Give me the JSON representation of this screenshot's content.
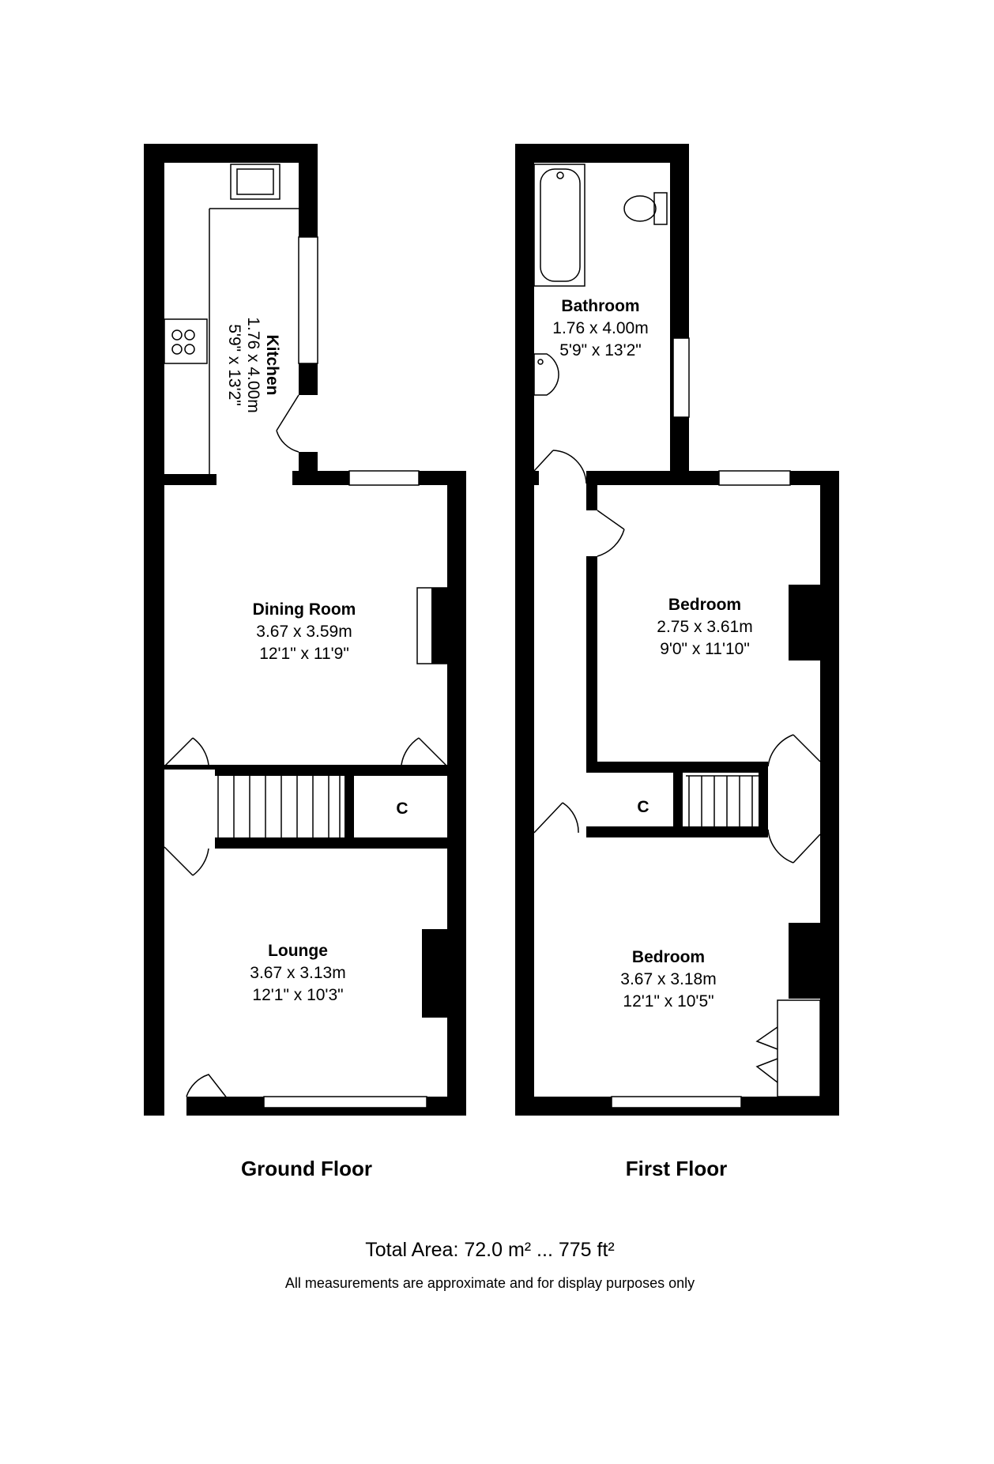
{
  "ground_floor": {
    "label": "Ground Floor",
    "rooms": {
      "kitchen": {
        "name": "Kitchen",
        "metric": "1.76 x 4.00m",
        "imperial": "5'9\" x 13'2\""
      },
      "dining": {
        "name": "Dining Room",
        "metric": "3.67 x 3.59m",
        "imperial": "12'1\" x 11'9\""
      },
      "lounge": {
        "name": "Lounge",
        "metric": "3.67 x 3.13m",
        "imperial": "12'1\" x 10'3\""
      },
      "cupboard": {
        "name": "C"
      }
    }
  },
  "first_floor": {
    "label": "First Floor",
    "rooms": {
      "bathroom": {
        "name": "Bathroom",
        "metric": "1.76 x 4.00m",
        "imperial": "5'9\" x 13'2\""
      },
      "bedroom_rear": {
        "name": "Bedroom",
        "metric": "2.75 x 3.61m",
        "imperial": "9'0\" x 11'10\""
      },
      "bedroom_front": {
        "name": "Bedroom",
        "metric": "3.67 x 3.18m",
        "imperial": "12'1\" x 10'5\""
      },
      "cupboard": {
        "name": "C"
      }
    }
  },
  "footer": {
    "total_area": "Total Area: 72.0 m² ... 775 ft²",
    "disclaimer": "All measurements are approximate and for display purposes only"
  }
}
